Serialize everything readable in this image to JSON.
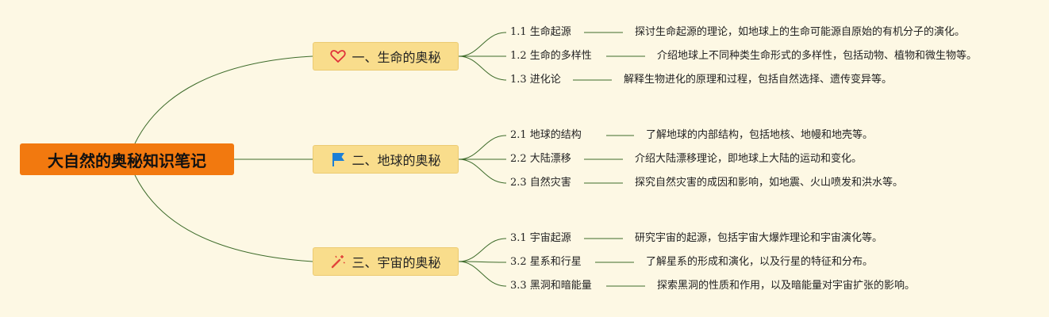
{
  "root": {
    "title": "大自然的奥秘知识笔记"
  },
  "branches": [
    {
      "label": "一、生命的奥秘",
      "icon": "heart-icon",
      "items": [
        {
          "label": "1.1 生命起源",
          "desc": "探讨生命起源的理论，如地球上的生命可能源自原始的有机分子的演化。"
        },
        {
          "label": "1.2 生命的多样性",
          "desc": "介绍地球上不同种类生命形式的多样性，包括动物、植物和微生物等。"
        },
        {
          "label": "1.3 进化论",
          "desc": "解释生物进化的原理和过程，包括自然选择、遗传变异等。"
        }
      ]
    },
    {
      "label": "二、地球的奥秘",
      "icon": "flag-icon",
      "items": [
        {
          "label": "2.1 地球的结构",
          "desc": "了解地球的内部结构，包括地核、地幔和地壳等。"
        },
        {
          "label": "2.2 大陆漂移",
          "desc": "介绍大陆漂移理论，即地球上大陆的运动和变化。"
        },
        {
          "label": "2.3 自然灾害",
          "desc": "探究自然灾害的成因和影响，如地震、火山喷发和洪水等。"
        }
      ]
    },
    {
      "label": "三、宇宙的奥秘",
      "icon": "magic-wand-icon",
      "items": [
        {
          "label": "3.1 宇宙起源",
          "desc": "研究宇宙的起源，包括宇宙大爆炸理论和宇宙演化等。"
        },
        {
          "label": "3.2 星系和行星",
          "desc": "了解星系的形成和演化，以及行星的特征和分布。"
        },
        {
          "label": "3.3 黑洞和暗能量",
          "desc": "探索黑洞的性质和作用，以及暗能量对宇宙扩张的影响。"
        }
      ]
    }
  ],
  "colors": {
    "background": "#fdf8e4",
    "root": "#f2790f",
    "branch": "#f9dd8c",
    "line": "#3d6b2a",
    "heart": "#e0303a",
    "flag": "#1b7fd6",
    "wand": "#e2453a"
  }
}
